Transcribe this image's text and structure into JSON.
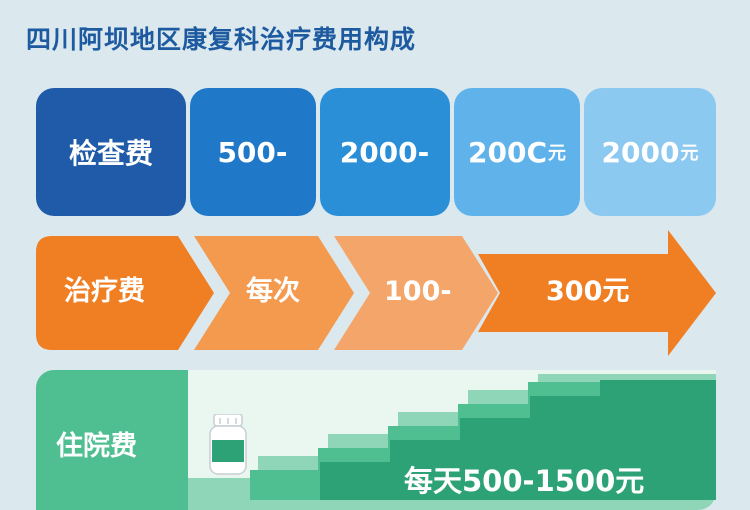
{
  "title": "四川阿坝地区康复科治疗费用构成",
  "row_exam": {
    "label": "检查费",
    "cells": [
      {
        "text": "500-",
        "unit": ""
      },
      {
        "text": "2000-",
        "unit": ""
      },
      {
        "text": "200C",
        "unit": "元"
      },
      {
        "text": "2000",
        "unit": "元"
      }
    ]
  },
  "row_treatment": {
    "label": "治疗费",
    "steps": [
      "每次",
      "100-",
      "300元"
    ]
  },
  "row_hospital": {
    "label": "住院费",
    "value": "每天500-1500元"
  },
  "colors": {
    "title": "#1e5aa0",
    "blue_shades": [
      "#1f5ba8",
      "#1f78c8",
      "#2b8fd8",
      "#5fb3ea",
      "#8cc9f0"
    ],
    "orange_shades": [
      "#f07e23",
      "#f39a4f",
      "#f3a56a",
      "#f07e23"
    ],
    "green_dark": "#2ea277",
    "green_mid": "#4fbf91",
    "green_light": "#8fd6b8"
  },
  "icons": {
    "bottle": "medicine-bottle-icon"
  }
}
